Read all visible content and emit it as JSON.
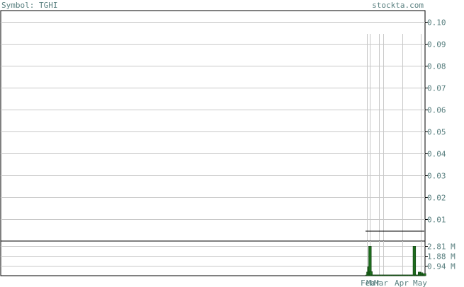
{
  "header": {
    "symbol_label": "Symbol: TGHI",
    "brand": "stockta.com"
  },
  "chart_data": [
    {
      "type": "line",
      "panel": "price",
      "y_ticks": [
        0.01,
        0.02,
        0.03,
        0.04,
        0.05,
        0.06,
        0.07,
        0.08,
        0.09,
        0.1
      ],
      "y_tick_labels": [
        "0.01",
        "0.02",
        "0.03",
        "0.04",
        "0.05",
        "0.06",
        "0.07",
        "0.08",
        "0.09",
        "0.10"
      ],
      "ylim": [
        0,
        0.105
      ],
      "x_labels": [
        "Feb",
        "Mar",
        "Apr",
        "May"
      ],
      "series": [
        {
          "values": [
            0.0,
            0.0,
            0.0,
            0.0,
            0.0,
            0.0,
            0.0,
            0.0,
            0.0,
            0.0,
            0.0,
            0.0,
            0.0,
            0.0,
            0.0,
            0.0,
            0.0,
            0.0,
            0.0,
            0.0,
            0.0,
            0.0,
            0.0,
            0.0,
            0.0,
            0.0,
            0.0,
            0.0,
            0.0,
            0.0,
            0.0,
            0.0,
            0.0,
            0.0,
            0.0,
            0.0,
            0.0,
            0.0,
            0.0,
            0.0,
            0.0,
            0.0,
            0.0,
            0.0,
            0.0,
            0.0,
            0.0,
            0.0,
            0.0,
            0.0,
            0.0,
            0.0,
            0.0,
            0.0,
            0.0,
            0.0,
            0.0,
            0.0,
            0.0,
            0.0,
            0.0,
            0.0,
            0.0,
            0.0,
            0.0,
            0.0,
            0.0,
            0.0,
            0.0,
            0.0,
            0.0,
            0.0,
            0.0,
            0.0,
            0.0,
            0.0,
            0.0,
            0.0,
            0.0,
            0.0,
            0.0,
            0.0,
            0.0,
            0.0,
            0.0,
            0.0
          ]
        }
      ],
      "grid": true
    },
    {
      "type": "bar",
      "panel": "volume",
      "y_ticks": [
        0.94,
        1.88,
        2.81
      ],
      "y_tick_labels": [
        "0.94 M",
        "1.88 M",
        "2.81 M"
      ],
      "ylim": [
        0,
        3.3
      ],
      "x_labels": [
        "Feb",
        "Mar",
        "Apr",
        "May"
      ],
      "series": [
        {
          "values": [
            0.05,
            0.35,
            0.85,
            2.81,
            0.4,
            0.05,
            0.04,
            0.03,
            0.03,
            0.02,
            0.02,
            0.02,
            0.02,
            0.02,
            0.02,
            0.02,
            0.02,
            0.02,
            0.02,
            0.02,
            0.02,
            0.02,
            0.02,
            0.02,
            0.02,
            0.02,
            0.02,
            0.02,
            0.02,
            0.02,
            0.02,
            0.02,
            0.02,
            0.02,
            0.02,
            0.02,
            0.02,
            0.02,
            0.02,
            0.02,
            0.02,
            0.02,
            0.02,
            0.02,
            0.02,
            0.02,
            2.81,
            0.05,
            0.03,
            0.03,
            0.03,
            0.35,
            0.25,
            0.28,
            0.1,
            0.05,
            0.2
          ]
        }
      ],
      "colors": {
        "bar": "#1e6b1e",
        "bar_edge": "#0b3a0b"
      },
      "grid": true
    }
  ]
}
